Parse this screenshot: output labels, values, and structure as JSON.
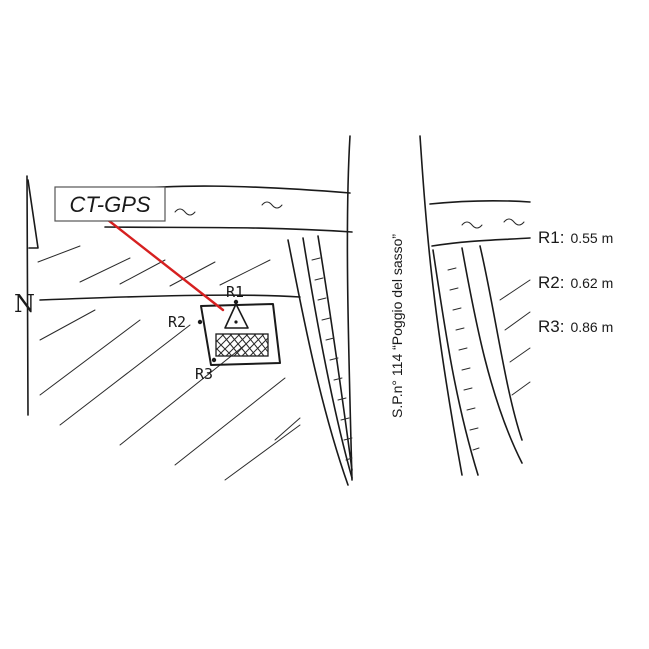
{
  "north_label": "N",
  "gps_label": "CT-GPS",
  "receivers": [
    {
      "id": "R1",
      "value": "0.55 m"
    },
    {
      "id": "R2",
      "value": "0.62 m"
    },
    {
      "id": "R3",
      "value": "0.86 m"
    }
  ],
  "road_label": "S.P.n° 114 “Poggio del sasso”",
  "colors": {
    "ink": "#1a1a1a",
    "pointer": "#d62020",
    "box_border": "#555555"
  },
  "icons": {
    "station": "triangle-icon",
    "sensor_area": "hatched-rectangle-icon"
  }
}
